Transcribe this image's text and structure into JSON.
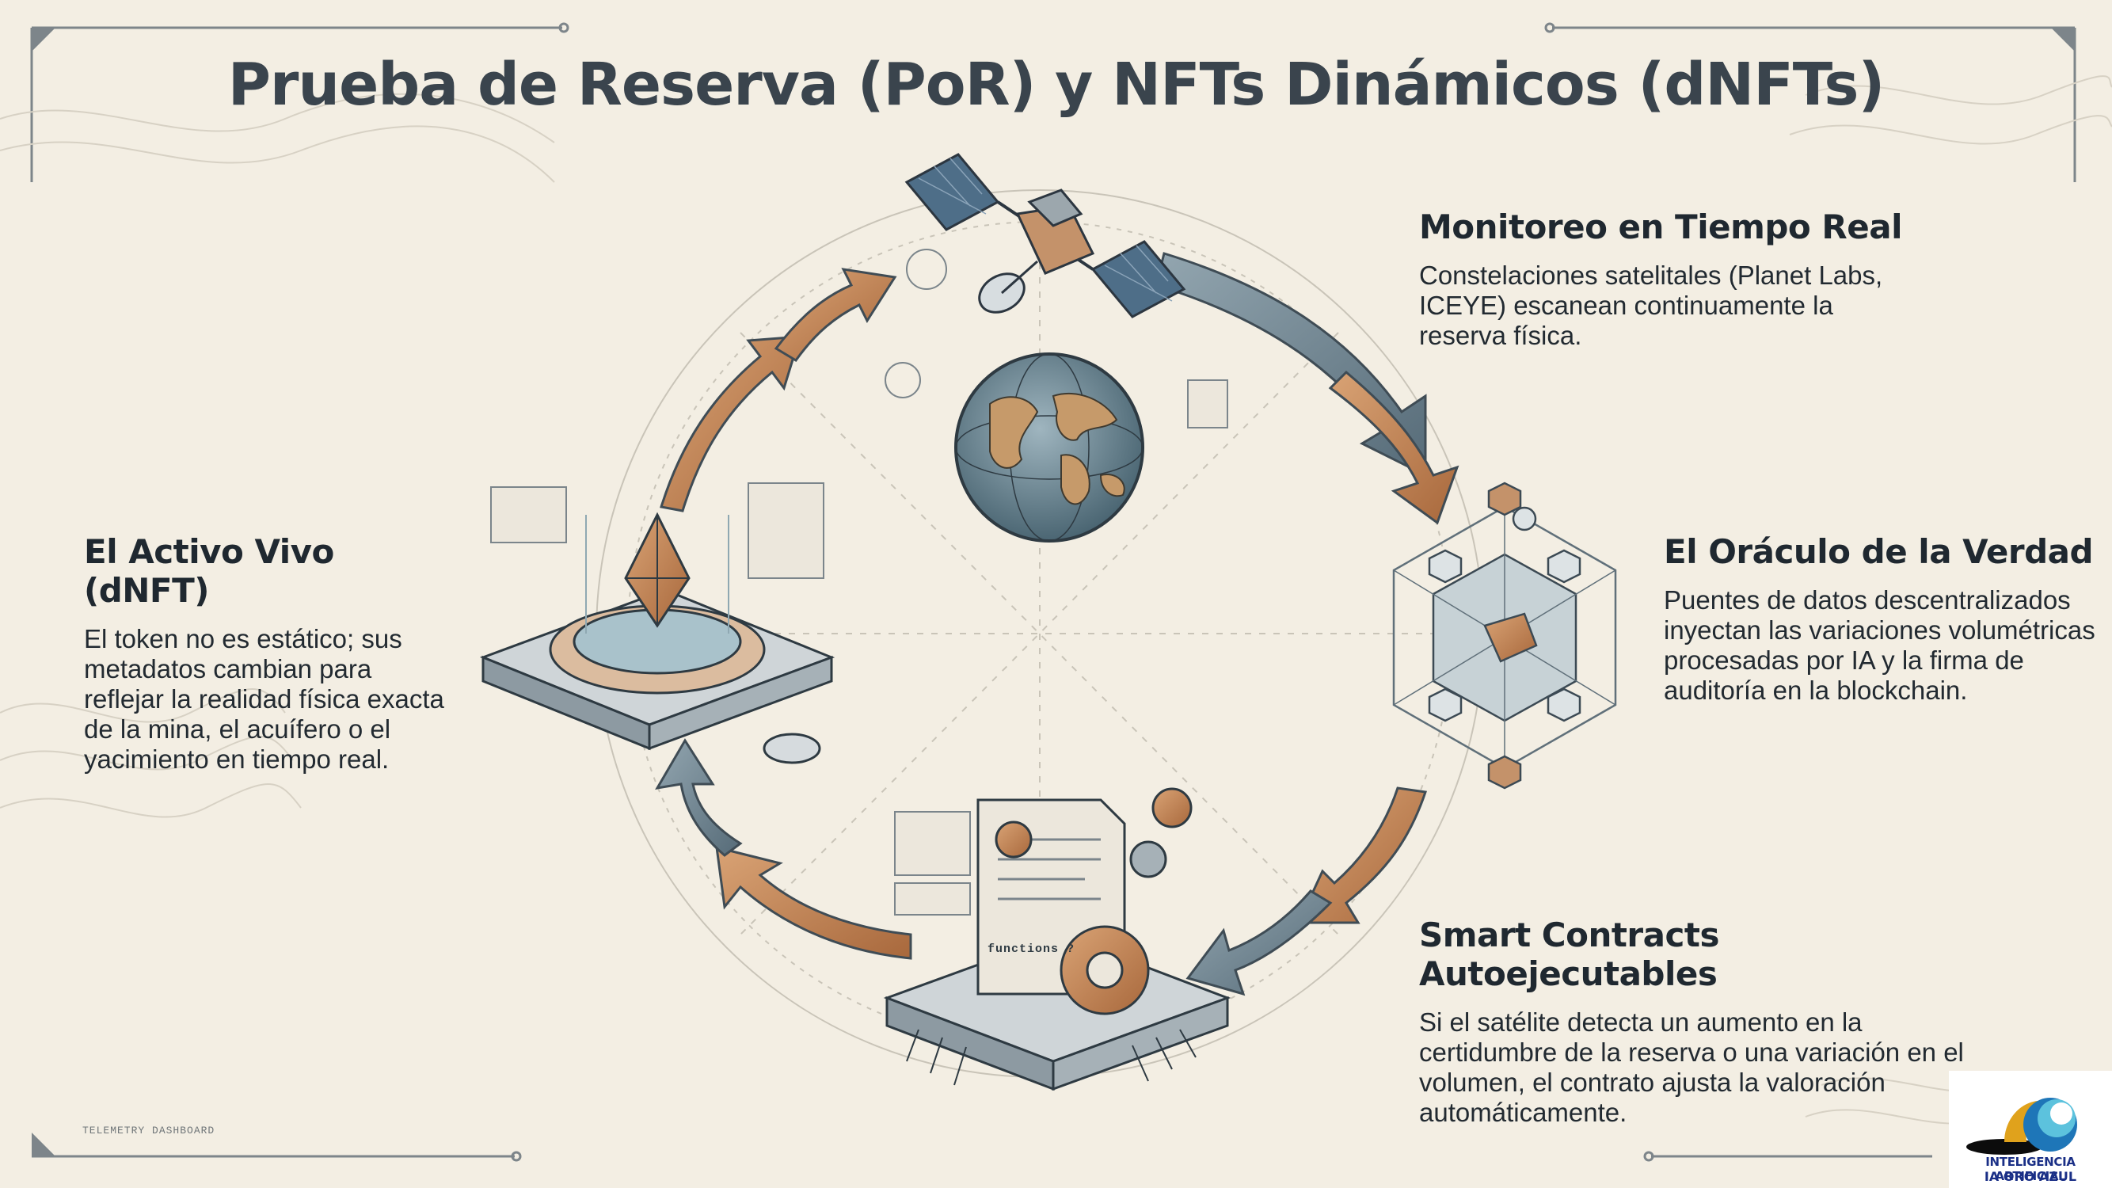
{
  "title": "Prueba de Reserva (PoR) y NFTs Dinámicos (dNFTs)",
  "sections": {
    "monitoring": {
      "heading": "Monitoreo en Tiempo Real",
      "body": "Constelaciones satelitales (Planet Labs, ICEYE) escanean continuamente la reserva física."
    },
    "oracle": {
      "heading": "El Oráculo de la Verdad",
      "body": "Puentes de datos descentralizados inyectan las variaciones volumétricas procesadas por IA y la firma de auditoría en la blockchain."
    },
    "smart_contracts": {
      "heading": "Smart Contracts Autoejecutables",
      "body": "Si el satélite detecta un aumento en la certidumbre de la reserva o una variación en el volumen, el contrato ajusta la valoración automáticamente."
    },
    "living_asset": {
      "heading": "El Activo Vivo (dNFT)",
      "body": "El token no es estático; sus metadatos cambian para reflejar la realidad física exacta de la mina, el acuífero o el yacimiento en tiempo real."
    }
  },
  "illustration": {
    "functions_label": "functions ?",
    "footer_label": "TELEMETRY DASHBOARD"
  },
  "logo": {
    "line1": "INTELIGENCIA ARTIFICIAL",
    "line2": "IA ORO AZUL"
  },
  "colors": {
    "background": "#f3eee3",
    "arrow_copper": "#c08659",
    "arrow_steel": "#6f8491",
    "logo_blue": "#1a2f86"
  }
}
